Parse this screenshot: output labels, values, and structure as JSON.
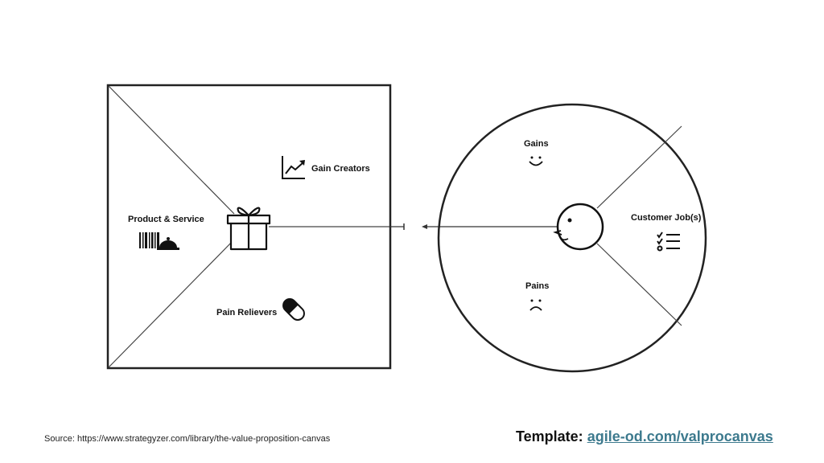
{
  "value_map": {
    "gain_creators_label": "Gain Creators",
    "product_service_label": "Product & Service",
    "pain_relievers_label": "Pain Relievers",
    "gain_creators_icon": "trending-chart-icon",
    "product_service_icon": "barcode-and-cloche-icon",
    "pain_relievers_icon": "pill-capsule-icon",
    "center_icon": "gift-box-icon"
  },
  "customer_profile": {
    "gains_label": "Gains",
    "customer_jobs_label": "Customer Job(s)",
    "pains_label": "Pains",
    "gains_icon": "smile-icon",
    "pains_icon": "frown-icon",
    "jobs_icon": "checklist-icon",
    "center_icon": "customer-face-icon"
  },
  "footer": {
    "source_text": "Source: https://www.strategyzer.com/library/the-value-proposition-canvas",
    "template_prefix": "Template:",
    "template_link_text": "agile-od.com/valprocanvas"
  }
}
